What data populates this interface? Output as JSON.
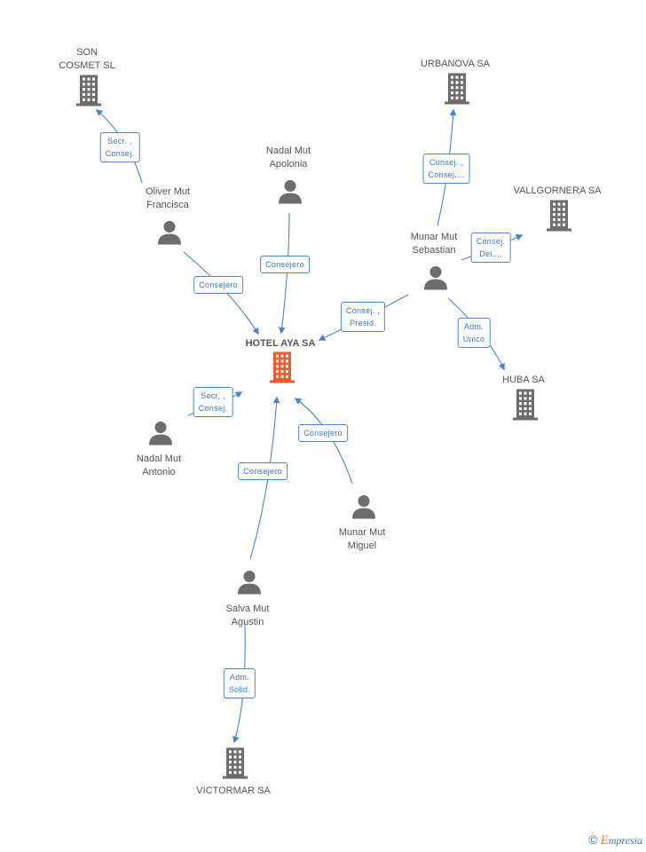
{
  "nodes": {
    "hotel_aya": {
      "label": "HOTEL AYA SA",
      "kind": "company-main"
    },
    "son_cosmet": {
      "label": "SON\nCOSMET SL",
      "kind": "company"
    },
    "urbanova": {
      "label": "URBANOVA SA",
      "kind": "company"
    },
    "vallgornera": {
      "label": "VALLGORNERA SA",
      "kind": "company"
    },
    "huba": {
      "label": "HUBA SA",
      "kind": "company"
    },
    "victormar": {
      "label": "VICTORMAR SA",
      "kind": "company"
    },
    "oliver_mut": {
      "label": "Oliver Mut\nFrancisca",
      "kind": "person"
    },
    "nadal_apolonia": {
      "label": "Nadal Mut\nApolonia",
      "kind": "person"
    },
    "munar_sebastian": {
      "label": "Munar Mut\nSebastian",
      "kind": "person"
    },
    "nadal_antonio": {
      "label": "Nadal Mut\nAntonio",
      "kind": "person"
    },
    "munar_miguel": {
      "label": "Munar Mut\nMiguel",
      "kind": "person"
    },
    "salva_agustin": {
      "label": "Salva Mut\nAgustin",
      "kind": "person"
    }
  },
  "edges": [
    {
      "id": "oliver-son",
      "label": "Secr. ,\nConsej."
    },
    {
      "id": "oliver-hotel",
      "label": "Consejero"
    },
    {
      "id": "apolonia-hotel",
      "label": "Consejero"
    },
    {
      "id": "sebastian-urbanova",
      "label": "Consej. ,\nConsej...."
    },
    {
      "id": "sebastian-vallgornera",
      "label": "Consej.\nDel...."
    },
    {
      "id": "sebastian-hotel",
      "label": "Consej. ,\nPresid."
    },
    {
      "id": "sebastian-huba",
      "label": "Adm.\nUnico"
    },
    {
      "id": "antonio-hotel",
      "label": "Secr. ,\nConsej."
    },
    {
      "id": "miguel-hotel",
      "label": "Consejero"
    },
    {
      "id": "agustin-hotel",
      "label": "Consejero"
    },
    {
      "id": "agustin-victormar",
      "label": "Adm.\nSolid."
    }
  ],
  "colors": {
    "edge": "#4a87c8",
    "company": "#6d6d6d",
    "company_main": "#f05a28",
    "person": "#6d6d6d"
  },
  "brand": {
    "symbol": "©",
    "initial": "E",
    "rest": "mpresia"
  }
}
